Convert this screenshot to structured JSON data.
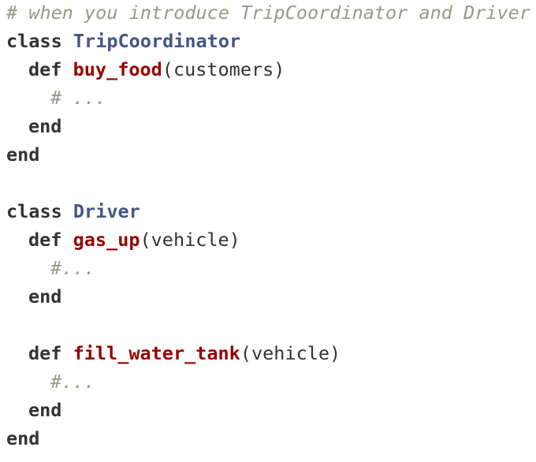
{
  "lines": [
    {
      "comment": "# when you introduce TripCoordinator and Driver"
    },
    {
      "kw": "class",
      "name": "TripCoordinator"
    },
    {
      "kw": "def",
      "fn": "buy_food",
      "args": "(customers)"
    },
    {
      "comment": "# ..."
    },
    {
      "kw": "end"
    },
    {
      "kw": "end"
    },
    {
      "kw": "class",
      "name": "Driver"
    },
    {
      "kw": "def",
      "fn": "gas_up",
      "args": "(vehicle)"
    },
    {
      "comment": "#..."
    },
    {
      "kw": "end"
    },
    {
      "kw": "def",
      "fn": "fill_water_tank",
      "args": "(vehicle)"
    },
    {
      "comment": "#..."
    },
    {
      "kw": "end"
    },
    {
      "kw": "end"
    }
  ]
}
